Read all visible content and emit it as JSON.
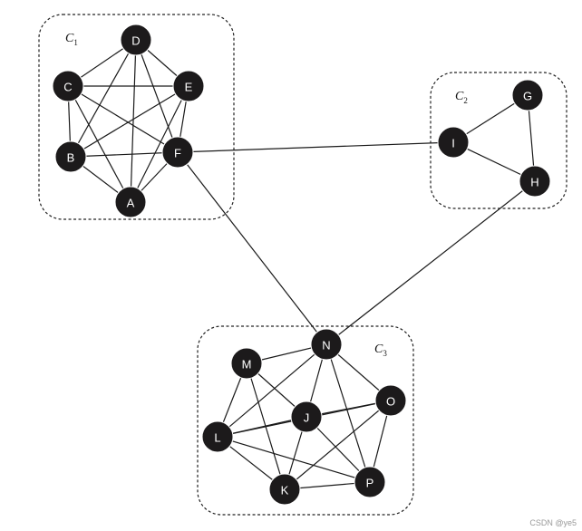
{
  "clusters": [
    {
      "id": "C1",
      "label": "C",
      "sub": "1"
    },
    {
      "id": "C2",
      "label": "C",
      "sub": "2"
    },
    {
      "id": "C3",
      "label": "C",
      "sub": "3"
    }
  ],
  "nodes": [
    "A",
    "B",
    "C",
    "D",
    "E",
    "F",
    "G",
    "H",
    "I",
    "J",
    "K",
    "L",
    "M",
    "N",
    "O",
    "P"
  ],
  "edges": [
    [
      "A",
      "B"
    ],
    [
      "A",
      "C"
    ],
    [
      "A",
      "D"
    ],
    [
      "A",
      "E"
    ],
    [
      "A",
      "F"
    ],
    [
      "B",
      "C"
    ],
    [
      "B",
      "D"
    ],
    [
      "B",
      "E"
    ],
    [
      "B",
      "F"
    ],
    [
      "C",
      "D"
    ],
    [
      "C",
      "E"
    ],
    [
      "C",
      "F"
    ],
    [
      "D",
      "E"
    ],
    [
      "D",
      "F"
    ],
    [
      "E",
      "F"
    ],
    [
      "F",
      "I"
    ],
    [
      "F",
      "N"
    ],
    [
      "G",
      "I"
    ],
    [
      "G",
      "H"
    ],
    [
      "I",
      "H"
    ],
    [
      "H",
      "N"
    ],
    [
      "N",
      "M"
    ],
    [
      "N",
      "L"
    ],
    [
      "N",
      "J"
    ],
    [
      "N",
      "O"
    ],
    [
      "N",
      "P"
    ],
    [
      "M",
      "L"
    ],
    [
      "M",
      "J"
    ],
    [
      "M",
      "K"
    ],
    [
      "L",
      "J"
    ],
    [
      "L",
      "K"
    ],
    [
      "L",
      "O"
    ],
    [
      "L",
      "P"
    ],
    [
      "J",
      "K"
    ],
    [
      "J",
      "O"
    ],
    [
      "J",
      "P"
    ],
    [
      "K",
      "O"
    ],
    [
      "K",
      "P"
    ],
    [
      "O",
      "P"
    ]
  ],
  "watermark": "CSDN @ye5"
}
